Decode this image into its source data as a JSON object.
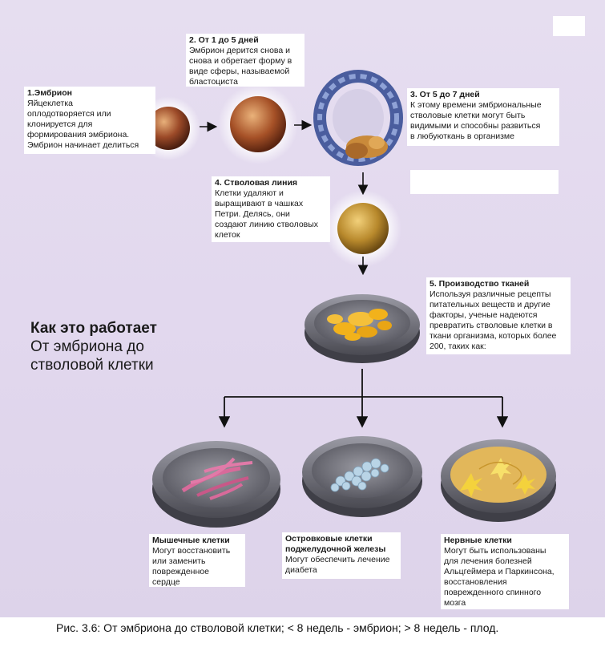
{
  "steps": [
    {
      "title": "1.Эмбрион",
      "body": "Яйцеклетка\nоплодотворяется или\nклонируется для\nформирования эмбриона.\nЭмбрион начинает делиться"
    },
    {
      "title": "2. От 1 до 5 дней",
      "body": "Эмбрион дерится снова и\nснова и обретает форму в\nвиде сферы, называемой\nбластоциста"
    },
    {
      "title": "3. От 5 до 7 дней",
      "body": "К этому времени эмбриональные\nстволовые клетки могут быть\nвидимыми и способны развиться\nв любуюткань в организме"
    },
    {
      "title": "4. Стволовая линия",
      "body": "Клетки удаляют и\nвыращивают в чашках\nПетри. Делясь, они\nсоздают линию стволовых\nклеток"
    },
    {
      "title": "5. Производство тканей",
      "body": "Используя различные рецепты\nпитательных веществ и другие\nфакторы, ученые надеются\nпревратить стволовые клетки в\nткани организма, которых более\n200, таких как:"
    }
  ],
  "outcomes": [
    {
      "title": "Мышечные клетки",
      "body": "Могут восстановить\nили заменить\nповрежденное\nсердце"
    },
    {
      "title": "Островковые клетки\nподжелудочной железы",
      "body": "Могут обеспечить лечение\nдиабета"
    },
    {
      "title": "Нервные клетки",
      "body": "Могут быть использованы\nдля лечения болезней\nАльцгеймера и Паркинсона,\nвосстановления\nповрежденного спинного\nмозга"
    }
  ],
  "headline": {
    "line1": "Как это работает",
    "line2": "От эмбриона до\nстволовой клетки"
  },
  "caption": "Рис. 3.6: От эмбриона до стволовой клетки; < 8 недель - эмбрион; > 8 недель - плод.",
  "colors": {
    "background": "#e2d8ee",
    "blastocyst": "#4a5d9e",
    "dish_rim": "#6e6e78",
    "cells_yellow": "#f2b21b",
    "cells_muscle": "#d86a9a",
    "cells_islet": "#b9d4e6",
    "cells_nerve": "#f4d23c"
  }
}
